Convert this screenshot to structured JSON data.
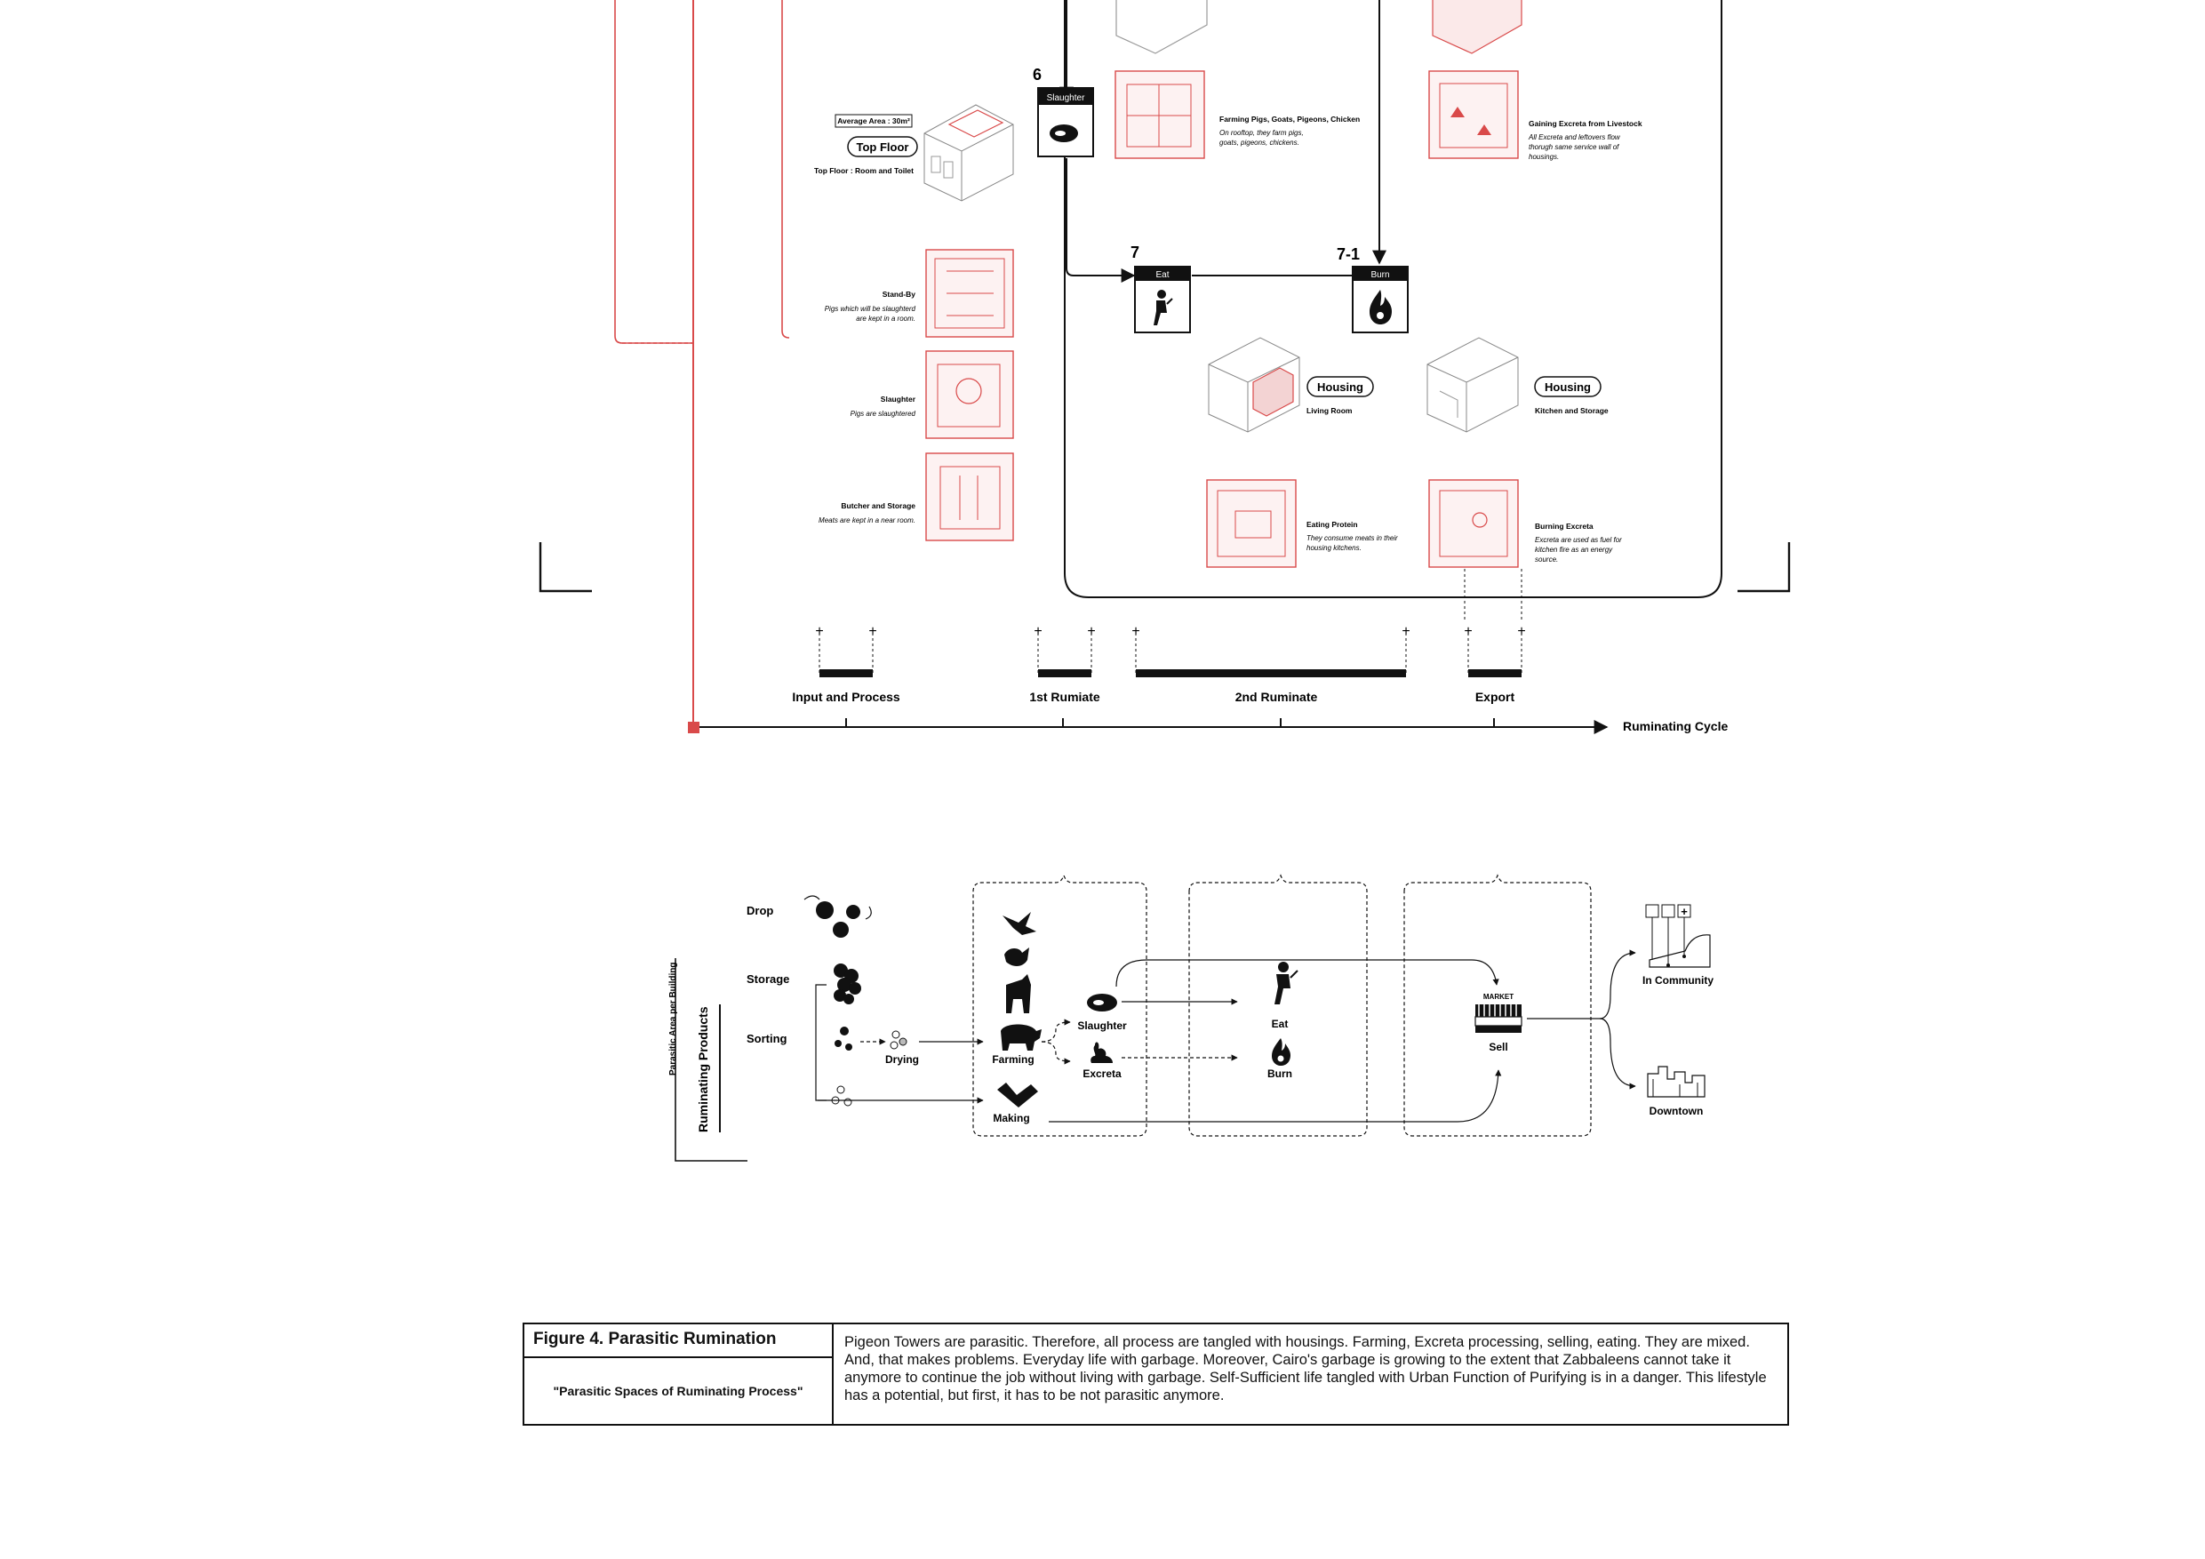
{
  "colors": {
    "accent_red": "#d94a4a",
    "ink": "#111111",
    "pale_red": "#f3d3d3"
  },
  "steps": {
    "s6": {
      "number": "6",
      "label": "Slaughter",
      "icon": "meat-icon"
    },
    "s7": {
      "number": "7",
      "label": "Eat",
      "icon": "person-eating-icon"
    },
    "s71": {
      "number": "7-1",
      "label": "Burn",
      "icon": "fire-icon"
    }
  },
  "top_floor": {
    "area": "Average Area : 30m²",
    "tag": "Top Floor",
    "desc": "Top Floor : Room and Toilet"
  },
  "left_column": [
    {
      "title": "Stand-By",
      "desc1": "Pigs which will be slaughterd",
      "desc2": "are kept in a room."
    },
    {
      "title": "Slaughter",
      "desc1": "Pigs are slaughtered",
      "desc2": ""
    },
    {
      "title": "Butcher and Storage",
      "desc1": "Meats are kept in a near room.",
      "desc2": ""
    }
  ],
  "farming": {
    "title": "Farming Pigs, Goats, Pigeons, Chicken",
    "desc1": "On rooftop, they farm pigs,",
    "desc2": "goats, pigeons, chickens."
  },
  "excreta_gain": {
    "title": "Gaining Excreta from Livestock",
    "desc1": "All Excreta and leftovers flow",
    "desc2": "thorugh same service wall of",
    "desc3": "housings."
  },
  "housing_living": {
    "tag": "Housing",
    "desc": "Living Room"
  },
  "housing_kitchen": {
    "tag": "Housing",
    "desc": "Kitchen and Storage"
  },
  "eating": {
    "title": "Eating Protein",
    "desc1": "They consume meats in their",
    "desc2": "housing kitchens."
  },
  "burning": {
    "title": "Burning Excreta",
    "desc1": "Excreta are used as fuel for",
    "desc2": "kitchen fire as an energy",
    "desc3": "source."
  },
  "timeline": {
    "phases": [
      "Input and Process",
      "1st Rumiate",
      "2nd Ruminate",
      "Export"
    ],
    "axis_label": "Ruminating Cycle"
  },
  "flow": {
    "side_label": "Parasitic Area per Building",
    "main_label": "Ruminating Products",
    "stages": [
      "Drop",
      "Storage",
      "Sorting"
    ],
    "drying": "Drying",
    "farming": "Farming",
    "making": "Making",
    "slaughter": "Slaughter",
    "excreta": "Excreta",
    "eat": "Eat",
    "burn": "Burn",
    "market": "MARKET",
    "sell": "Sell",
    "community": "In Community",
    "downtown": "Downtown"
  },
  "caption": {
    "figure": "Figure 4. Parasitic Rumination",
    "subtitle": "\"Parasitic Spaces of Ruminating Process\"",
    "body": "Pigeon Towers are parasitic. Therefore, all process are tangled with housings. Farming, Excreta processing, selling, eating. They are mixed. And, that makes problems. Everyday life with garbage. Moreover, Cairo's garbage is growing to the extent that Zabbaleens cannot take it anymore to continue the job without living with garbage. Self-Sufficient life tangled with Urban Function of Purifying is in a danger. This lifestyle has a potential, but first, it has to be not parasitic anymore."
  }
}
